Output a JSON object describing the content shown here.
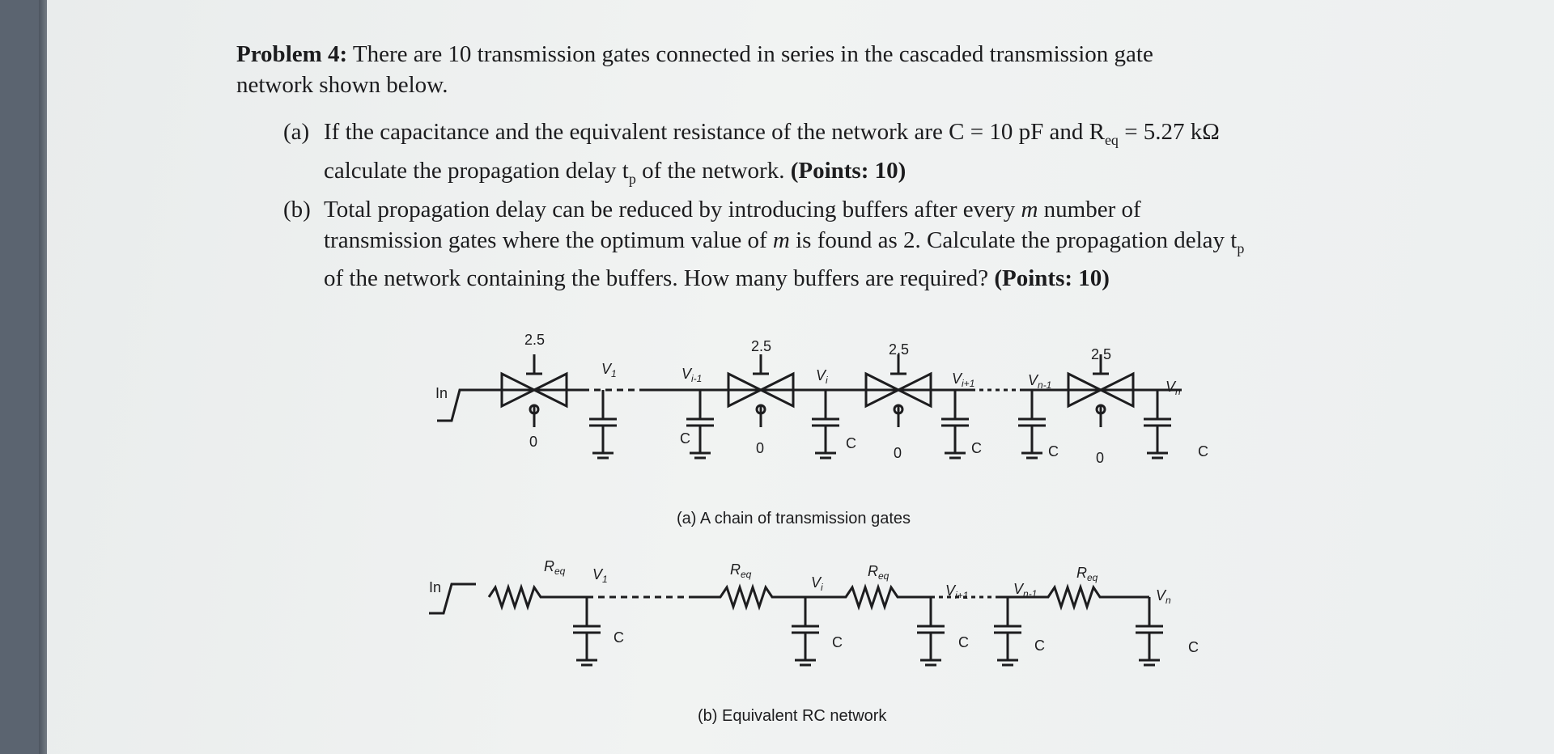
{
  "problem": {
    "title": "Problem 4:",
    "intro_1": "There are 10 transmission gates connected in series in the cascaded transmission gate",
    "intro_2": "network shown below.",
    "part_a": {
      "label": "(a)",
      "line1_pre": "If the capacitance and the equivalent resistance of the network are C = 10 pF and R",
      "line1_sub": "eq",
      "line1_post": " = 5.27 kΩ",
      "line2_pre": "calculate the propagation delay t",
      "line2_sub": "p",
      "line2_mid": " of the network. ",
      "points": "(Points: 10)"
    },
    "part_b": {
      "label": "(b)",
      "line1_pre": "Total propagation delay can be reduced by introducing buffers after every ",
      "line1_m": "m",
      "line1_post": " number of",
      "line2_pre": "transmission gates where the optimum value of ",
      "line2_m": "m",
      "line2_post": " is found as 2. Calculate the propagation delay t",
      "line2_sub": "p",
      "line3": "of the network containing the buffers. How many buffers are required? ",
      "points": "(Points: 10)"
    }
  },
  "figure_a": {
    "caption": "(a) A chain of transmission gates",
    "input": "In",
    "gate_voltage": "2.5",
    "gate_bottom": "0",
    "cap": "C",
    "node_v1": "V",
    "node_v1_sub": "1",
    "node_vi_minus": "V",
    "node_vi_minus_sub": "i-1",
    "node_vi": "V",
    "node_vi_sub": "i",
    "node_vi_plus": "V",
    "node_vi_plus_sub": "i+1",
    "node_vn_minus": "V",
    "node_vn_minus_sub": "n-1",
    "node_vn": "V",
    "node_vn_sub": "n"
  },
  "figure_b": {
    "caption": "(b) Equivalent RC network",
    "input": "In",
    "res": "R",
    "res_sub": "eq",
    "cap": "C",
    "node_v1": "V",
    "node_v1_sub": "1",
    "node_vi": "V",
    "node_vi_sub": "i",
    "node_vi_plus": "V",
    "node_vi_plus_sub": "i+1",
    "node_vn_minus": "V",
    "node_vn_minus_sub": "n-1",
    "node_vn": "V",
    "node_vn_sub": "n"
  }
}
